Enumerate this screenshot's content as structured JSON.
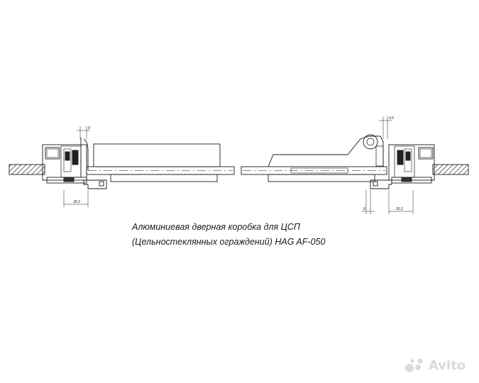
{
  "caption": {
    "line1": "Алюминиевая дверная коробка для ЦСП",
    "line2": "(Цельностеклянных ограждений) HAG AF-050"
  },
  "dimensions": {
    "left_gap": "8",
    "left_width": "28,2",
    "right_gap": "4,5",
    "right_offset": "8",
    "right_width": "30,2"
  },
  "watermark": {
    "text": "Avito",
    "icon": "avito-logo-icon"
  },
  "colors": {
    "line": "#1a1a1a",
    "hatch": "#444444",
    "watermark": "#bdbdbd"
  }
}
